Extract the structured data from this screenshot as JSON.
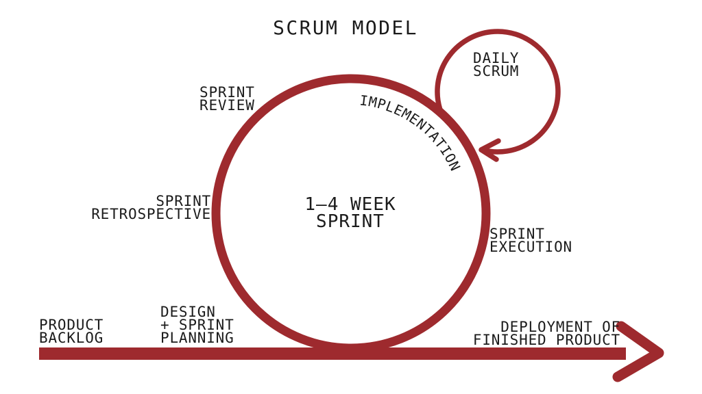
{
  "title": "SCRUM MODEL",
  "colors": {
    "accent": "#9e2a2e",
    "text": "#1b1b1b",
    "background": "#ffffff"
  },
  "diagram": {
    "sprint_circle": {
      "center_lines": [
        "1–4 WEEK",
        "SPRINT"
      ],
      "arc_label": "IMPLEMENTATION"
    },
    "daily_scrum": {
      "lines": [
        "DAILY",
        "SCRUM"
      ]
    },
    "labels": {
      "sprint_review": {
        "lines": [
          "SPRINT",
          "REVIEW"
        ]
      },
      "sprint_retrospective": {
        "lines": [
          "SPRINT",
          "RETROSPECTIVE"
        ]
      },
      "sprint_execution": {
        "lines": [
          "SPRINT",
          "EXECUTION"
        ]
      },
      "product_backlog": {
        "lines": [
          "PRODUCT",
          "BACKLOG"
        ]
      },
      "design_sprint_planning": {
        "lines": [
          "DESIGN",
          "+ SPRINT",
          "PLANNING"
        ]
      },
      "deployment": {
        "lines": [
          "DEPLOYMENT OF",
          "FINISHED PRODUCT"
        ]
      }
    }
  }
}
